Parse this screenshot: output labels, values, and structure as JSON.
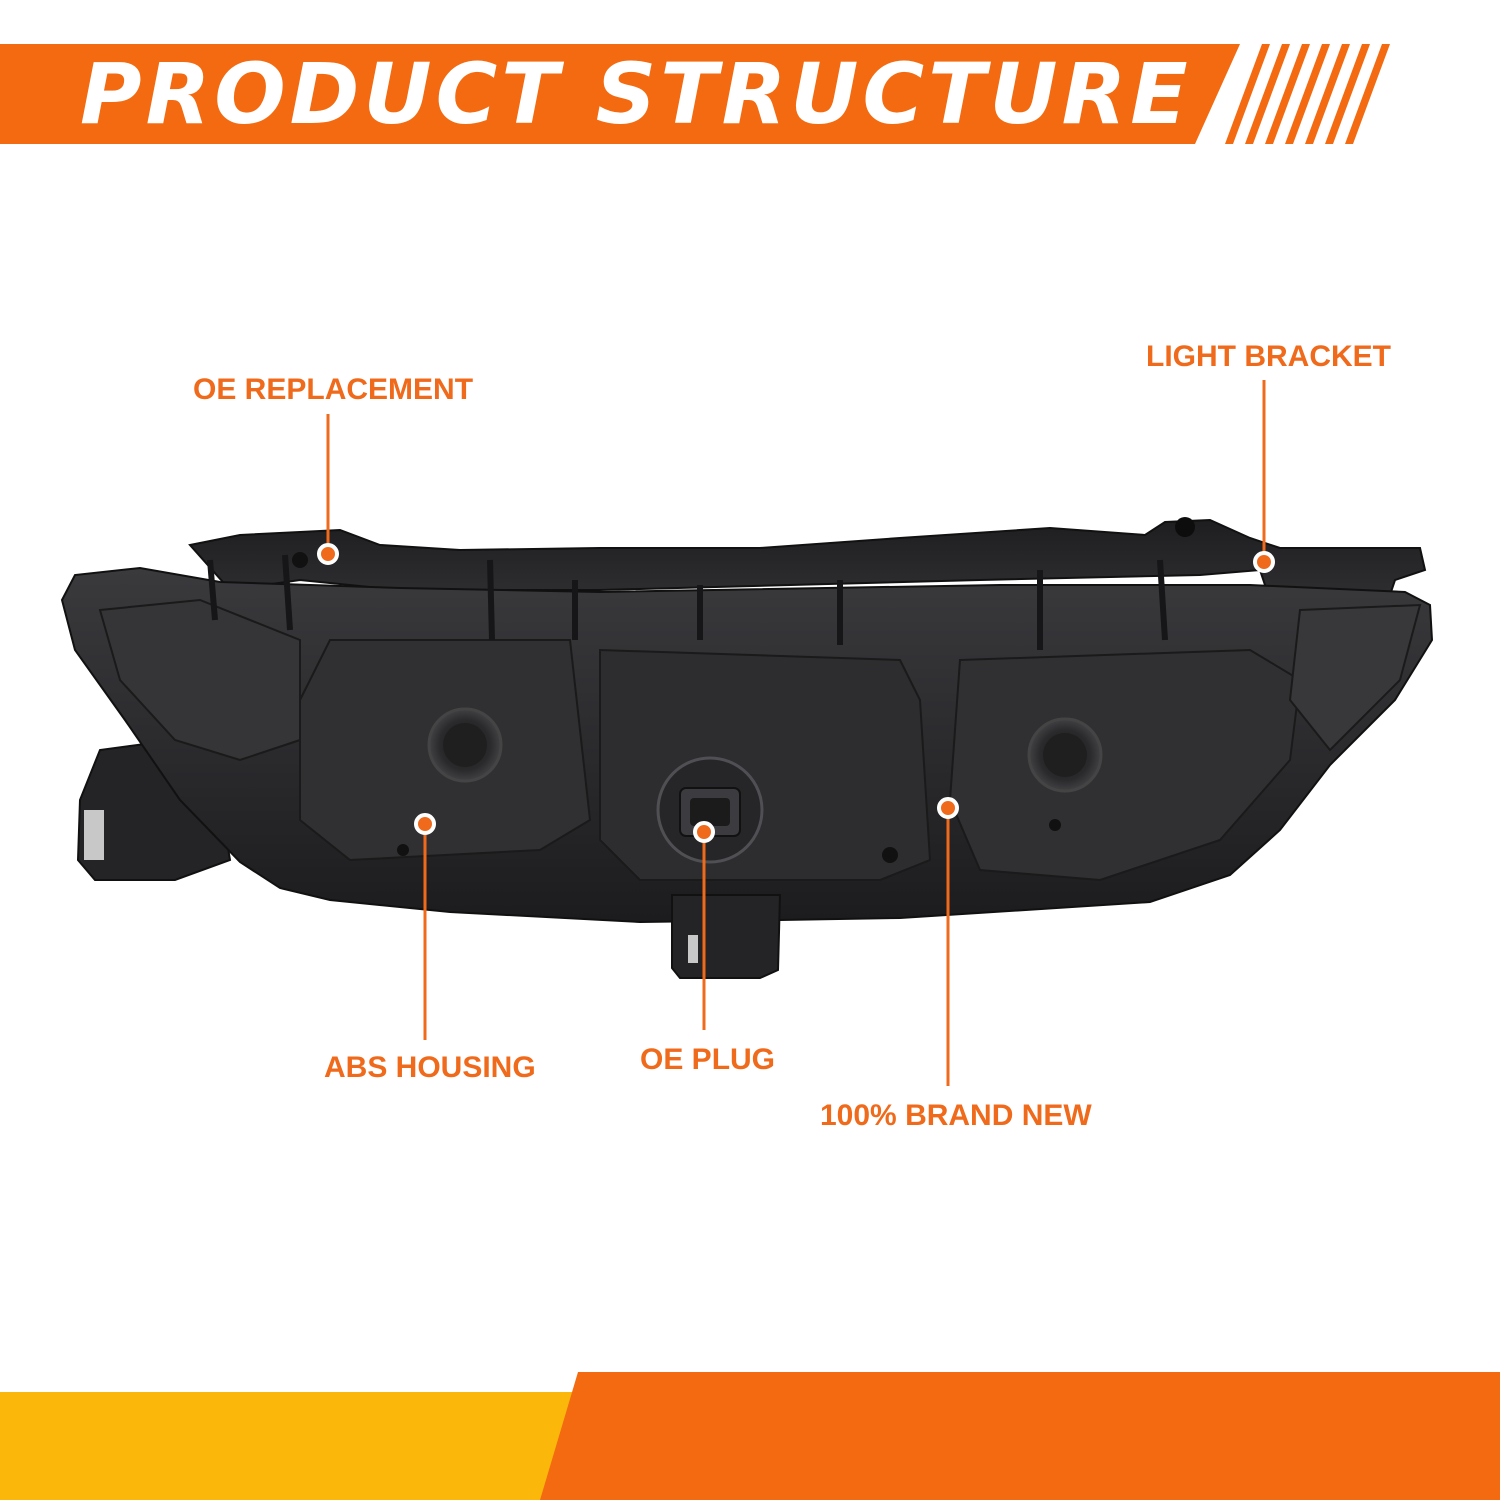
{
  "header": {
    "title": "PRODUCT STRUCTURE"
  },
  "callouts": {
    "oe_replacement": "OE REPLACEMENT",
    "light_bracket": "LIGHT BRACKET",
    "abs_housing": "ABS HOUSING",
    "oe_plug": "OE PLUG",
    "brand_new": "100% BRAND NEW"
  },
  "colors": {
    "accent_orange": "#f46a10",
    "accent_yellow": "#fbb80b",
    "housing_black": "#2a2a2c",
    "leader_orange": "#f06a1c"
  }
}
